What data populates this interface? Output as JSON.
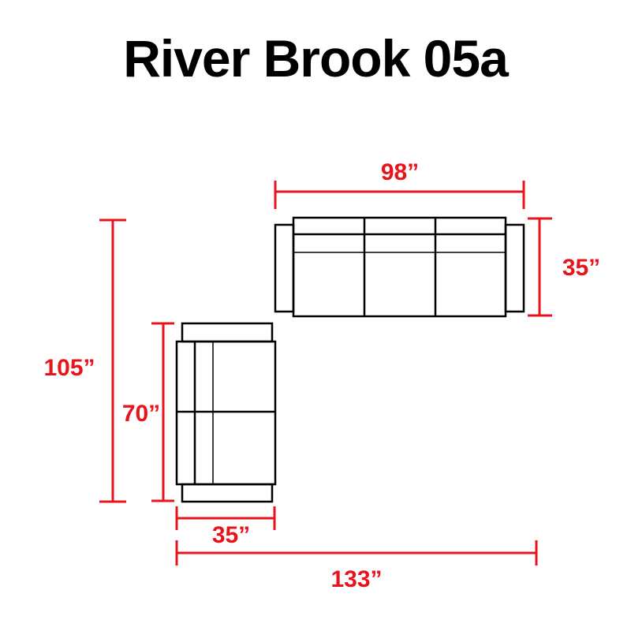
{
  "title": "River Brook 05a",
  "colors": {
    "dimension": "#e8141b",
    "outline": "#000000",
    "background": "#ffffff"
  },
  "dimensions": {
    "sofa_width": "98”",
    "sofa_depth": "35”",
    "overall_height": "105”",
    "sectional_length": "70”",
    "sectional_depth": "35”",
    "overall_width": "133”"
  }
}
